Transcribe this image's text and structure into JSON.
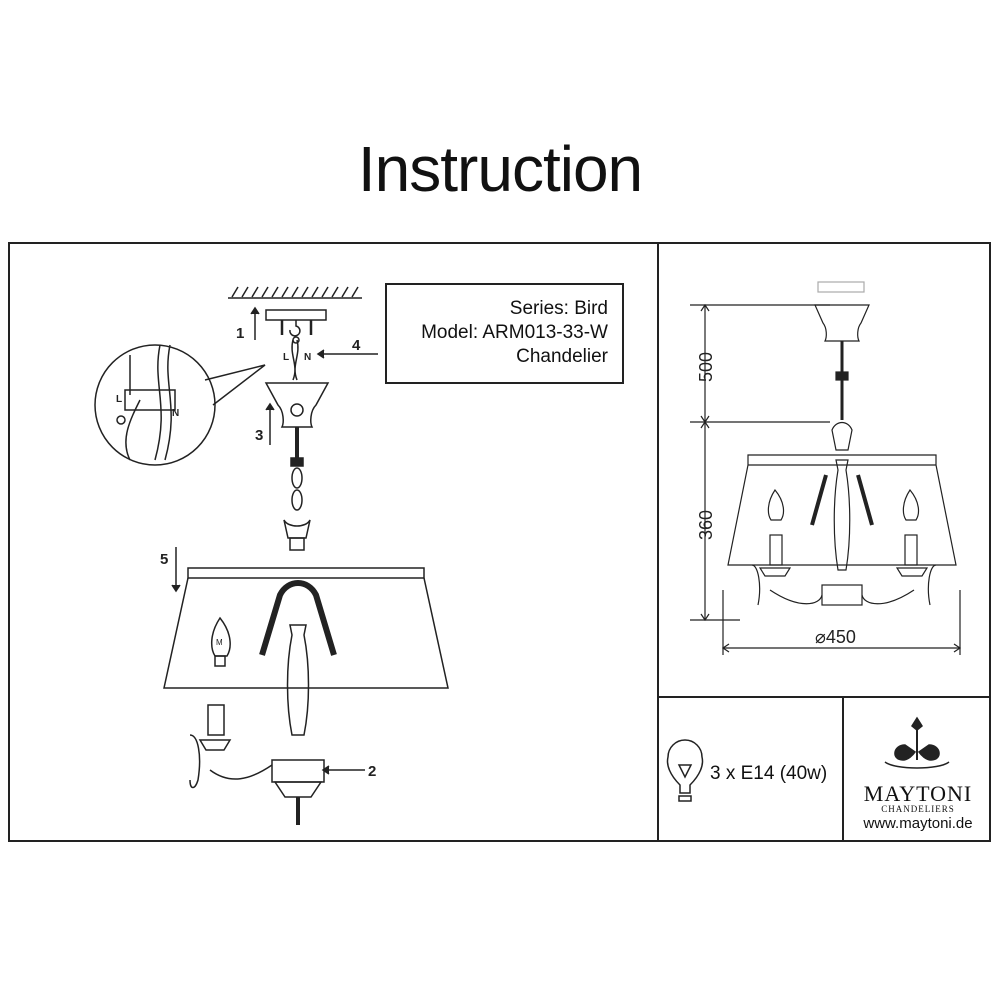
{
  "title": "Instruction",
  "info": {
    "series": "Series: Bird",
    "model": "Model: ARM013-33-W",
    "type": "Chandelier"
  },
  "steps": [
    "1",
    "2",
    "3",
    "4",
    "5"
  ],
  "wiring": {
    "live": "L",
    "neutral": "N"
  },
  "bulb_marking": "M",
  "dimensions": {
    "ceiling_gap": "500",
    "height": "360",
    "diameter": "⌀450"
  },
  "bulb_spec": "3 x E14 (40w)",
  "brand": {
    "name": "MAYTONI",
    "tagline": "CHANDELIERS",
    "url": "www.maytoni.de"
  }
}
